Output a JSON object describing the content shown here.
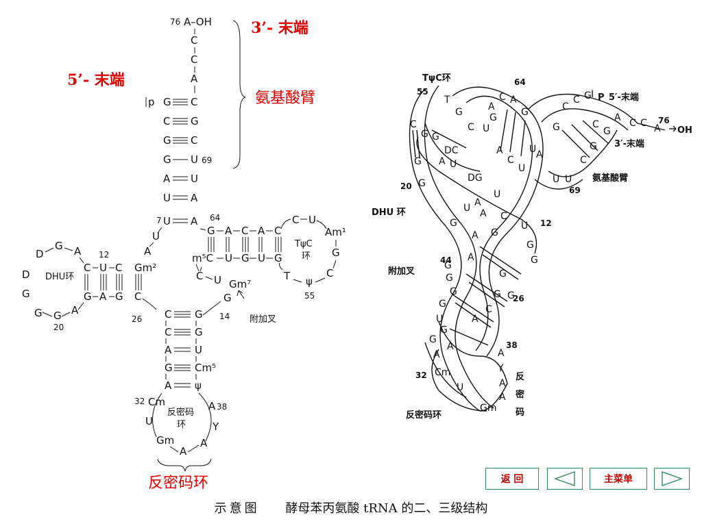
{
  "labels": {
    "three_prime_end": "3’- 末端",
    "five_prime_end": "5’- 末端",
    "acceptor_arm": "氨基酸臂",
    "anticodon_loop": "反密码环",
    "extra_arm": "附加叉",
    "dhu_loop": "DHU环",
    "tpsic_loop": "TψC环"
  },
  "tertiary": {
    "tpsic_loop": "TψC环",
    "five_end": "5′-末端",
    "three_end": "3′-末端",
    "acceptor_arm": "氨基酸臂",
    "dhu_loop": "DHU 环",
    "extra_arm": "附加叉",
    "anticodon_loop": "反密码环",
    "anticodon": "反密码",
    "oh": "OH",
    "p": "P"
  },
  "numbers": {
    "n76": "76",
    "n69": "69",
    "n64": "64",
    "n55": "55",
    "n7": "7",
    "n12": "12",
    "n20": "20",
    "n26": "26",
    "n14": "14",
    "n32": "32",
    "n38": "38",
    "n44": "44"
  },
  "nav": {
    "back": "返 回",
    "main_menu": "主菜单",
    "prev_icon": "left-triangle-icon",
    "next_icon": "right-triangle-icon"
  },
  "caption": {
    "lead": "示意图",
    "title": "酵母苯丙氨酸 tRNA 的二、三级结构"
  },
  "colors": {
    "accent_red": "#e00000",
    "nav_border": "#2e8b57",
    "nav_text": "#c00000"
  }
}
